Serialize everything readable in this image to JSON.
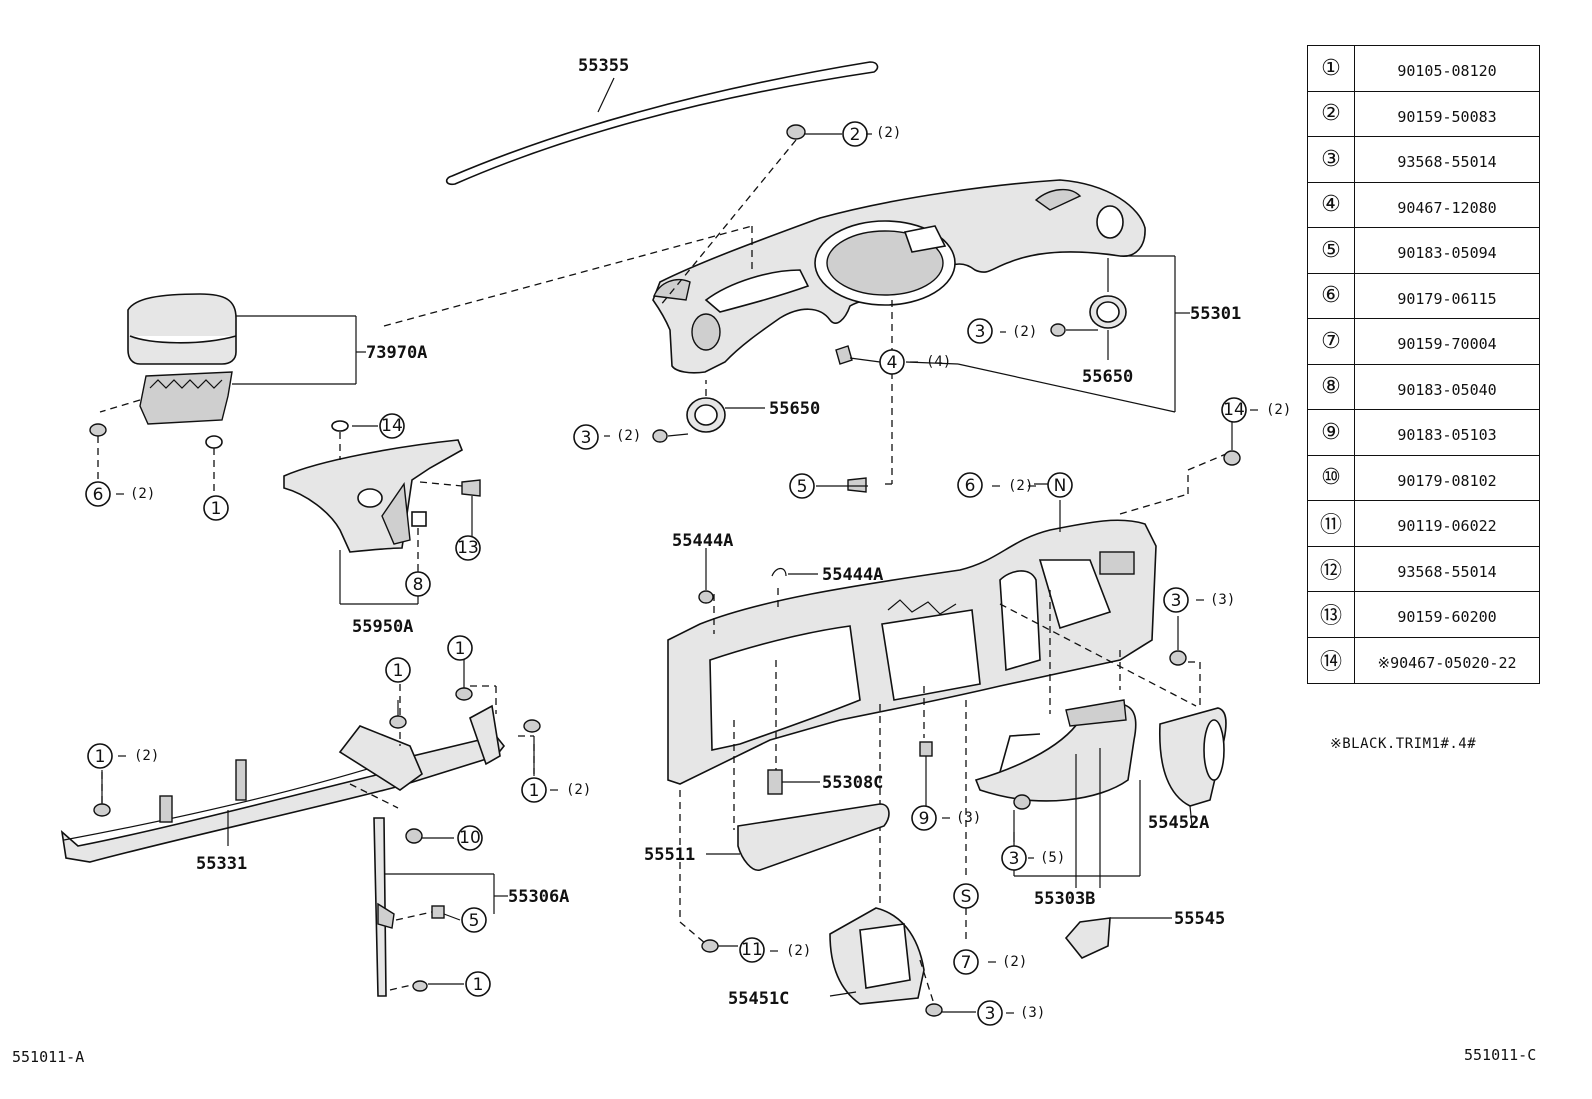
{
  "diagram_code_left": "551011-A",
  "diagram_code_right": "551011-C",
  "callouts": {
    "c55355": "55355",
    "c73970A": "73970A",
    "c55301": "55301",
    "c55650a": "55650",
    "c55650b": "55650",
    "c55950A": "55950A",
    "c55331": "55331",
    "c55306A": "55306A",
    "c55444Aa": "55444A",
    "c55444Ab": "55444A",
    "c55308C": "55308C",
    "c55511": "55511",
    "c55452A": "55452A",
    "c55303B": "55303B",
    "c55545": "55545",
    "c55451C": "55451C"
  },
  "quantities": {
    "q2": "(2)",
    "q3": "(3)",
    "q4": "(4)",
    "q5": "(5)"
  },
  "markers": {
    "n": "N",
    "s": "S"
  },
  "legend": [
    {
      "num": "①",
      "part": "90105-08120"
    },
    {
      "num": "②",
      "part": "90159-50083"
    },
    {
      "num": "③",
      "part": "93568-55014"
    },
    {
      "num": "④",
      "part": "90467-12080"
    },
    {
      "num": "⑤",
      "part": "90183-05094"
    },
    {
      "num": "⑥",
      "part": "90179-06115"
    },
    {
      "num": "⑦",
      "part": "90159-70004"
    },
    {
      "num": "⑧",
      "part": "90183-05040"
    },
    {
      "num": "⑨",
      "part": "90183-05103"
    },
    {
      "num": "⑩",
      "part": "90179-08102"
    },
    {
      "num": "⑪",
      "part": "90119-06022"
    },
    {
      "num": "⑫",
      "part": "93568-55014"
    },
    {
      "num": "⑬",
      "part": "90159-60200"
    },
    {
      "num": "⑭",
      "part": "※90467-05020-22"
    }
  ],
  "note": "※BLACK.TRIM1#.4#",
  "circle_nums": [
    "1",
    "2",
    "3",
    "4",
    "5",
    "6",
    "7",
    "8",
    "9",
    "10",
    "11",
    "12",
    "13",
    "14"
  ]
}
